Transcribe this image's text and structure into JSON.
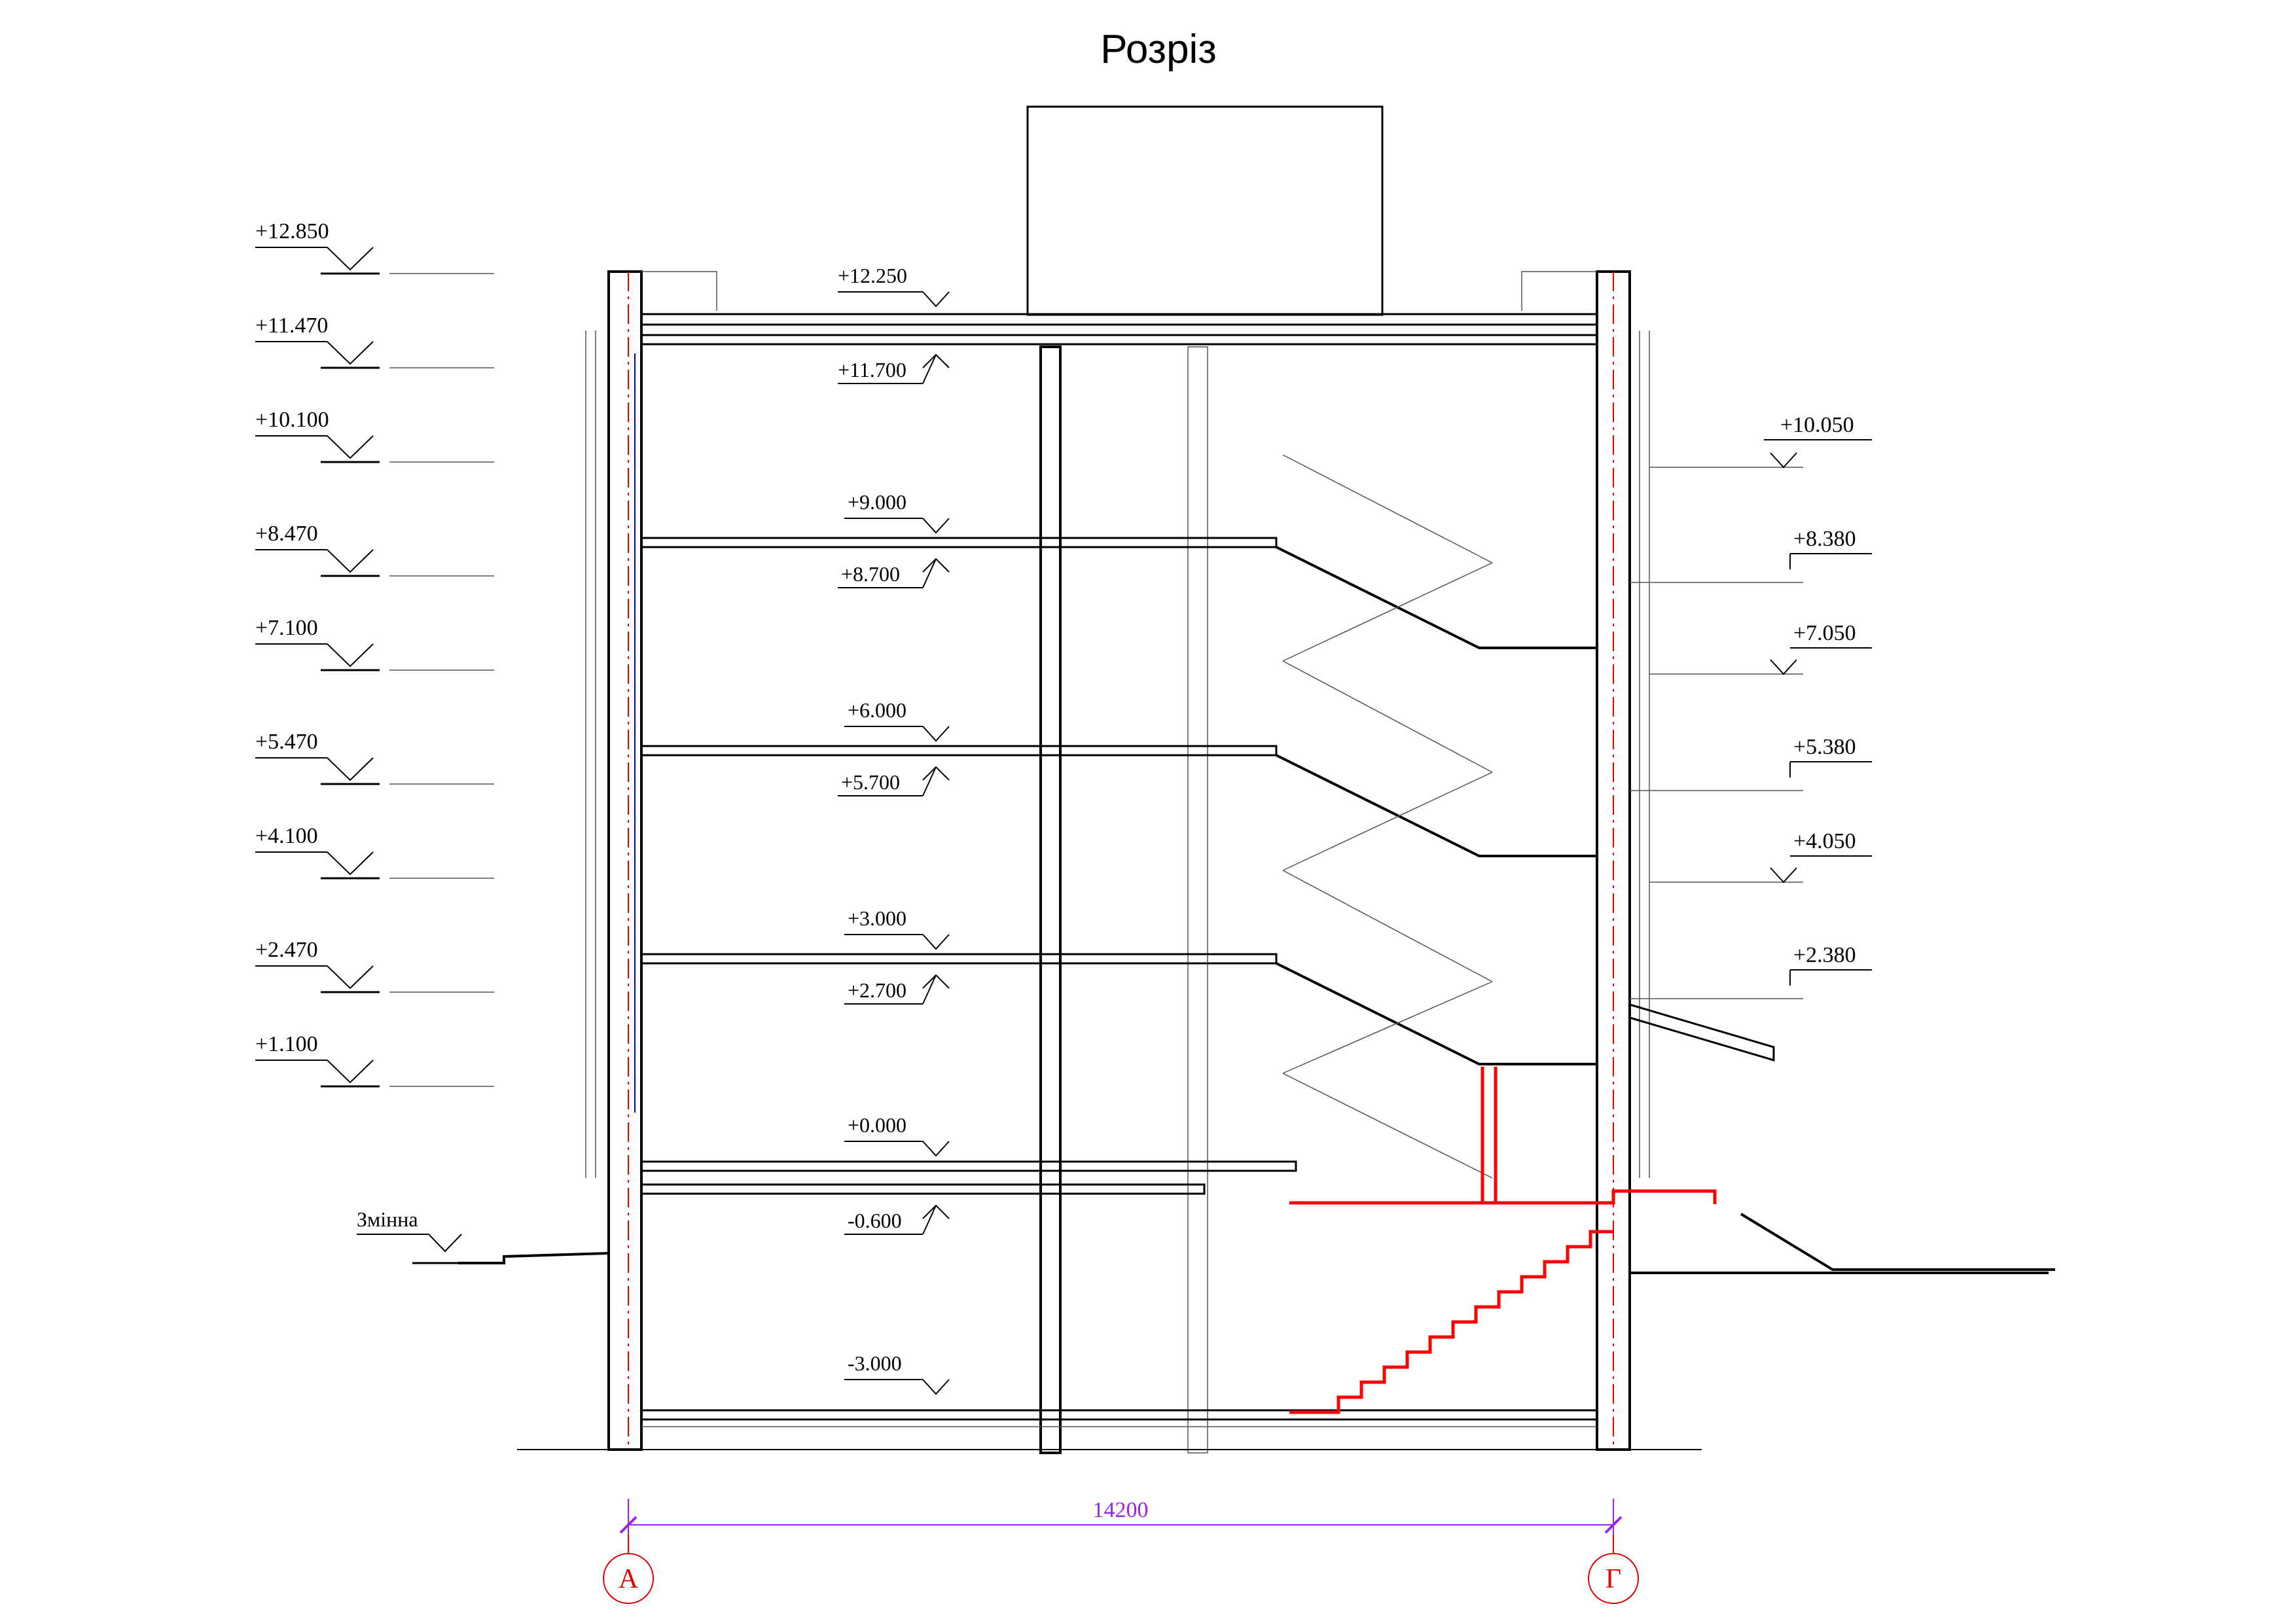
{
  "title": "Розріз",
  "colors": {
    "line": "#000000",
    "red": "#ff0000",
    "dimension": "#a020f0",
    "axis": "#e00000",
    "blue": "#0000cc"
  },
  "left_marks": [
    "+12.850",
    "+11.470",
    "+10.100",
    "+8.470",
    "+7.100",
    "+5.470",
    "+4.100",
    "+2.470",
    "+1.100"
  ],
  "right_marks": [
    "+10.050",
    "+8.380",
    "+7.050",
    "+5.380",
    "+4.050",
    "+2.380"
  ],
  "floor_marks": {
    "top": [
      "+12.250",
      "+9.000",
      "+6.000",
      "+3.000",
      "+0.000",
      "-3.000"
    ],
    "bottom": [
      "+11.700",
      "+8.700",
      "+5.700",
      "+2.700",
      "-0.600"
    ]
  },
  "ground_label": "Змінна",
  "dimension": "14200",
  "axes": [
    "А",
    "Г"
  ]
}
